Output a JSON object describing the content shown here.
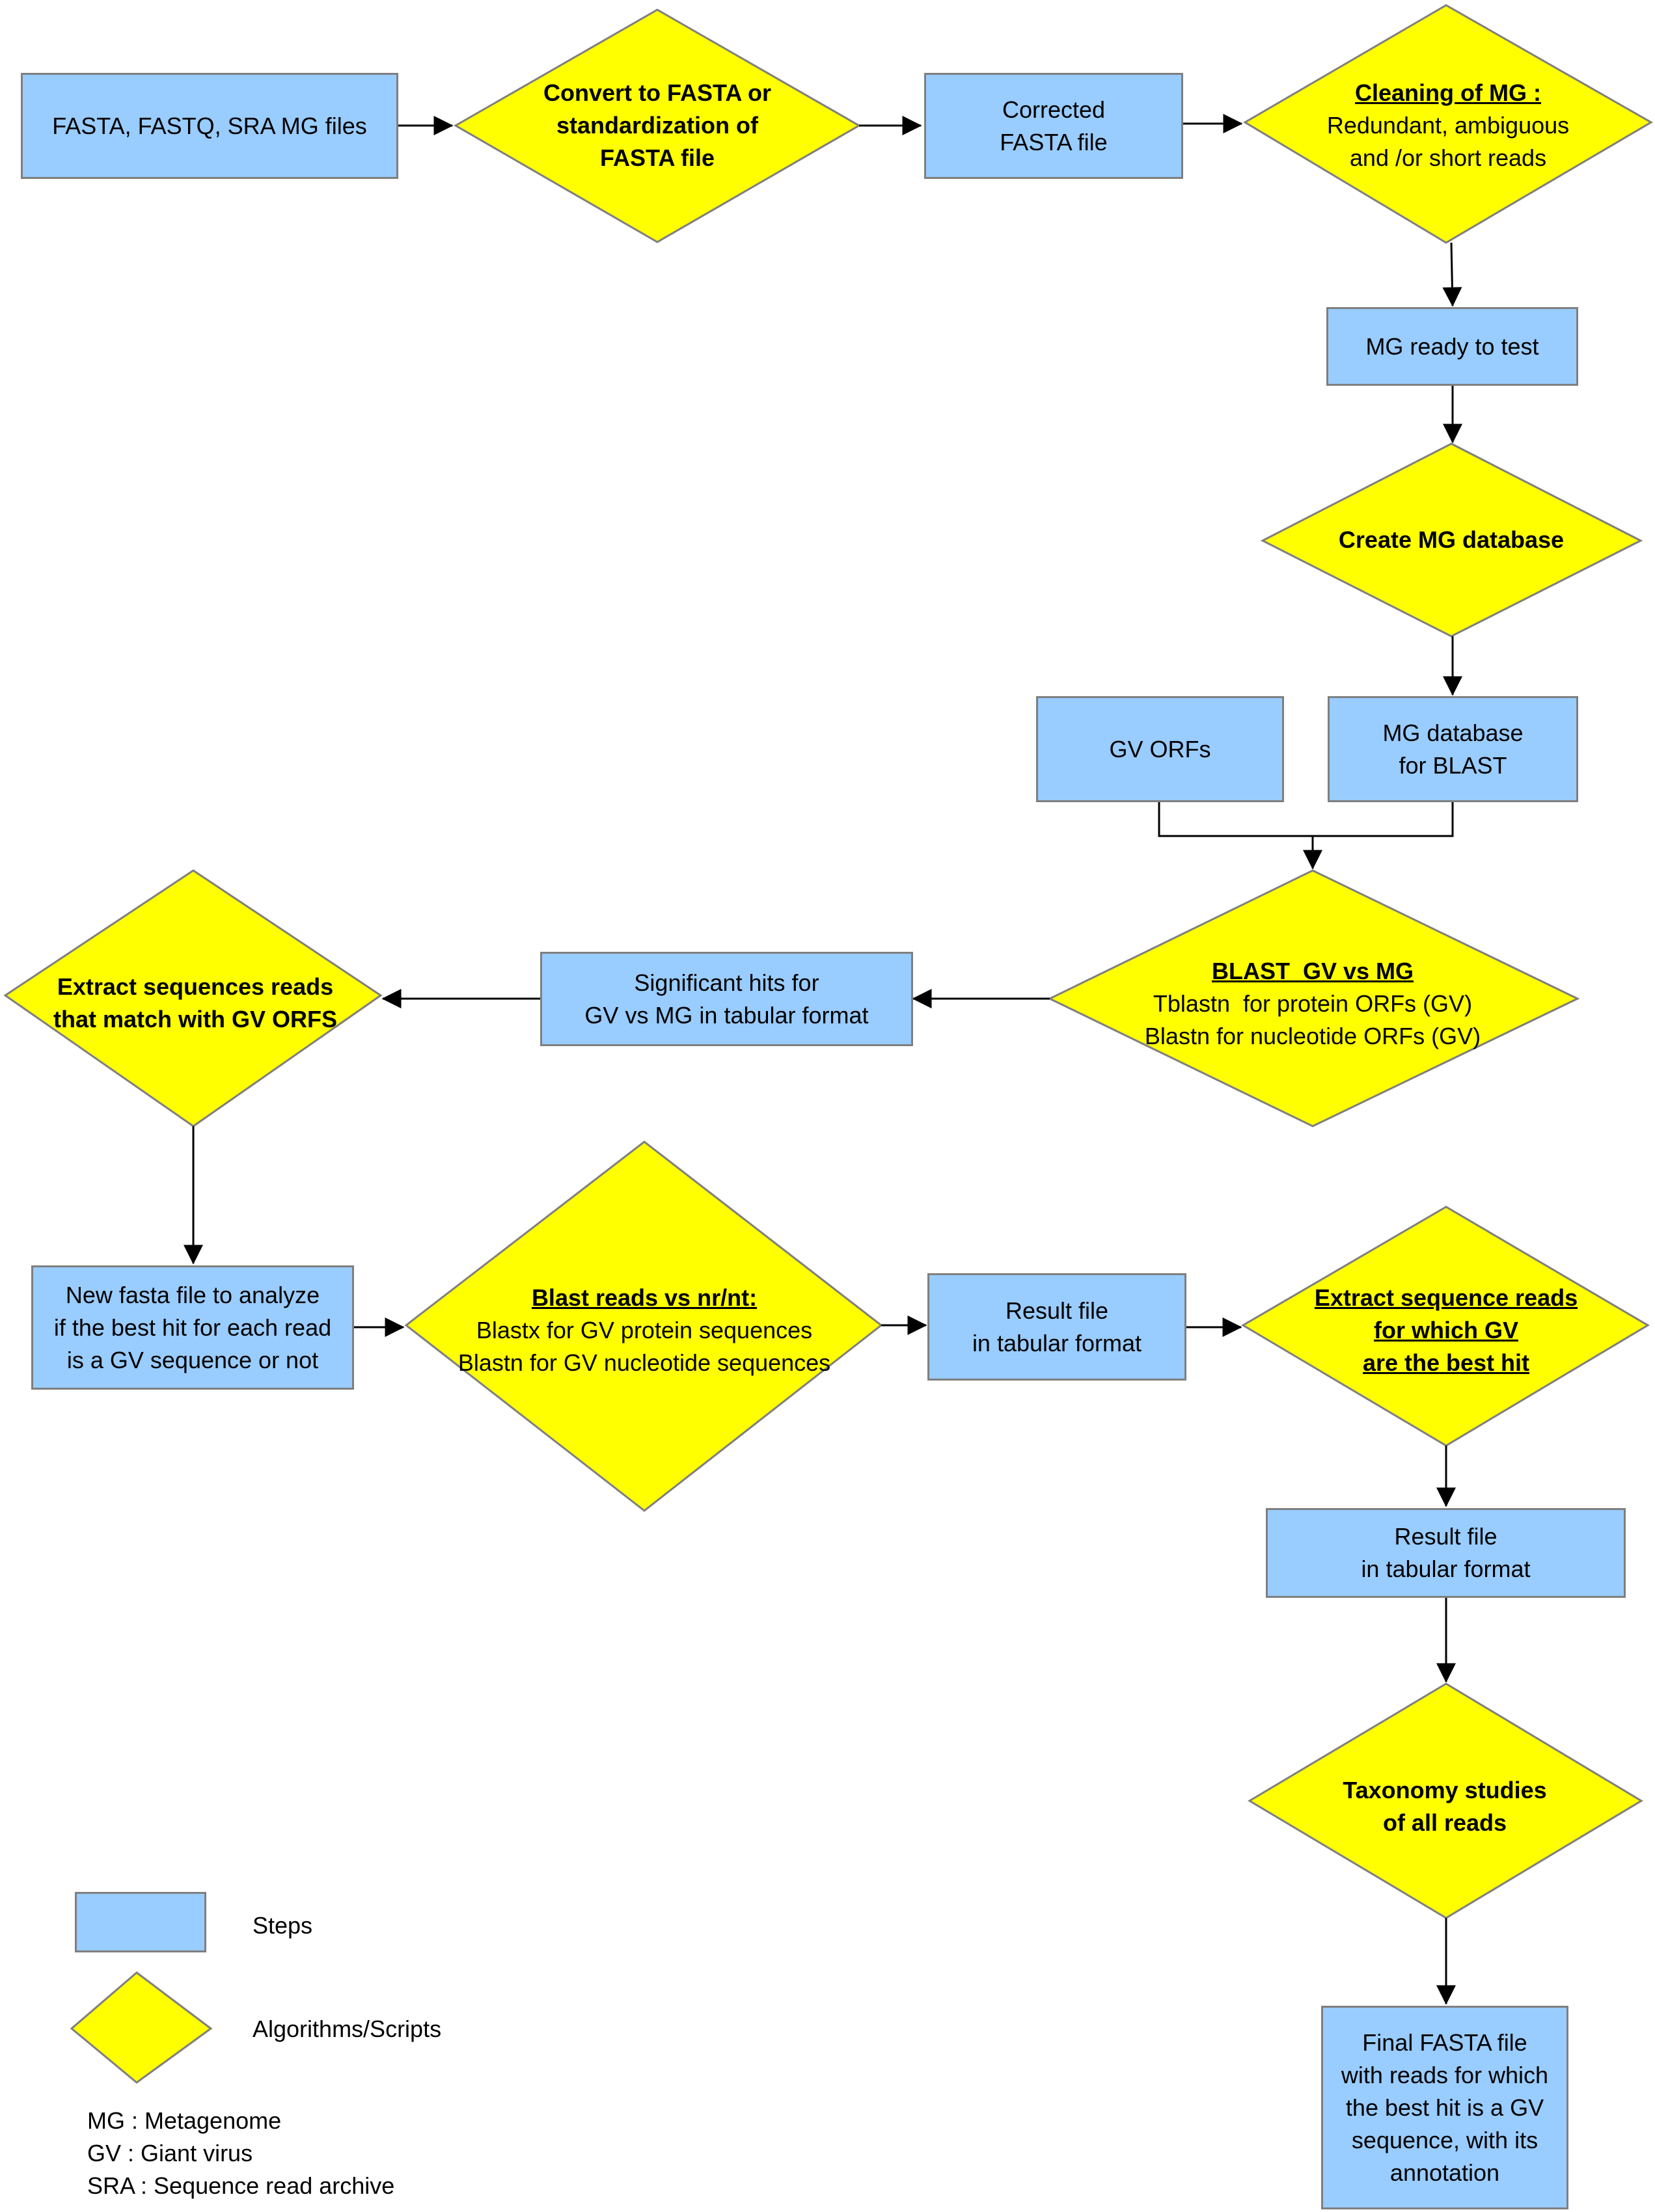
{
  "steps": {
    "input_files": [
      "FASTA, FASTQ, SRA MG files"
    ],
    "corrected_fasta": [
      "Corrected",
      "FASTA file"
    ],
    "mg_ready": [
      "MG ready to test"
    ],
    "gv_orfs": [
      "GV ORFs"
    ],
    "mg_database_blast": [
      "MG database",
      "for BLAST"
    ],
    "significant_hits": [
      "Significant hits for",
      "GV vs MG in tabular format"
    ],
    "new_fasta": [
      "New fasta file to analyze",
      "if the best hit for each read",
      "is a GV sequence or not"
    ],
    "result_file_1": [
      "Result file",
      "in tabular format"
    ],
    "result_file_2": [
      "Result file",
      "in tabular format"
    ],
    "final_fasta": [
      "Final FASTA file",
      "with reads for which",
      "the best hit is a GV",
      "sequence, with its",
      "annotation"
    ]
  },
  "algorithms": {
    "convert": [
      "Convert to FASTA or",
      "standardization of",
      "FASTA file"
    ],
    "cleaning": {
      "title": "Cleaning of MG :",
      "lines": [
        "Redundant, ambiguous",
        "and /or short reads"
      ]
    },
    "create_db": [
      "Create MG database"
    ],
    "blast_gv_mg": {
      "title": "BLAST  GV vs MG",
      "lines": [
        "Tblastn  for protein ORFs (GV)",
        "Blastn for nucleotide ORFs (GV)"
      ]
    },
    "extract_match": [
      "Extract sequences reads",
      "that match with GV ORFS"
    ],
    "blast_nr": {
      "title": "Blast reads vs nr/nt:",
      "lines": [
        "Blastx for GV protein sequences",
        "Blastn for GV nucleotide sequences"
      ]
    },
    "extract_best": [
      "Extract sequence reads",
      "for which GV",
      "are the best hit"
    ],
    "taxonomy": [
      "Taxonomy studies",
      "of all reads"
    ]
  },
  "legend": {
    "steps_label": "Steps",
    "algorithms_label": "Algorithms/Scripts",
    "abbreviations": [
      "MG : Metagenome",
      "GV : Giant virus",
      "SRA : Sequence read archive"
    ]
  },
  "colors": {
    "step_fill": "#99ccff",
    "algorithm_fill": "#ffff00",
    "border": "#7f7f7f",
    "arrow": "#000000"
  }
}
